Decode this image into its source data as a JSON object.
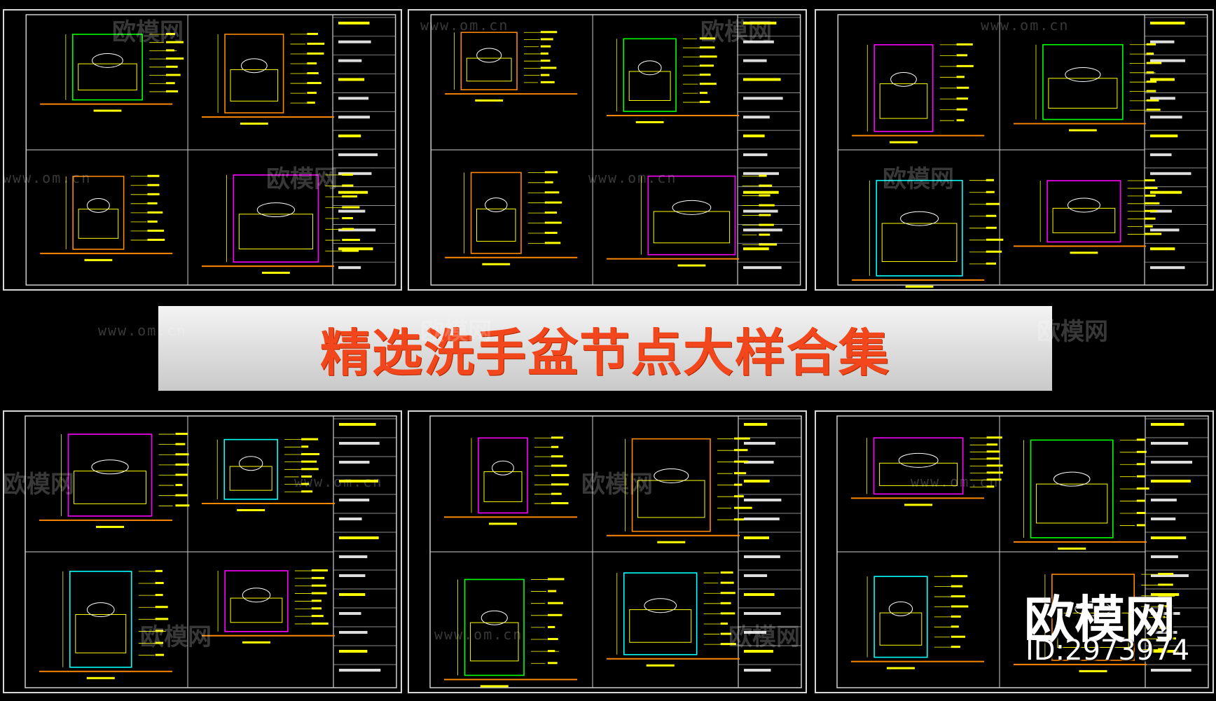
{
  "banner": {
    "title": "精选洗手盆节点大样合集"
  },
  "watermark": {
    "logo_text": "欧模网",
    "url_text": "www.om.cn"
  },
  "brand": {
    "mark": "欧模网",
    "id_label": "ID:2973974"
  },
  "colors": {
    "background": "#000000",
    "frame": "#d8d8d8",
    "cad_yellow": "#ffff00",
    "cad_magenta": "#ff00ff",
    "cad_cyan": "#00ffff",
    "cad_green": "#00ff00",
    "cad_orange": "#ff8800",
    "title_red": "#f2461c"
  }
}
